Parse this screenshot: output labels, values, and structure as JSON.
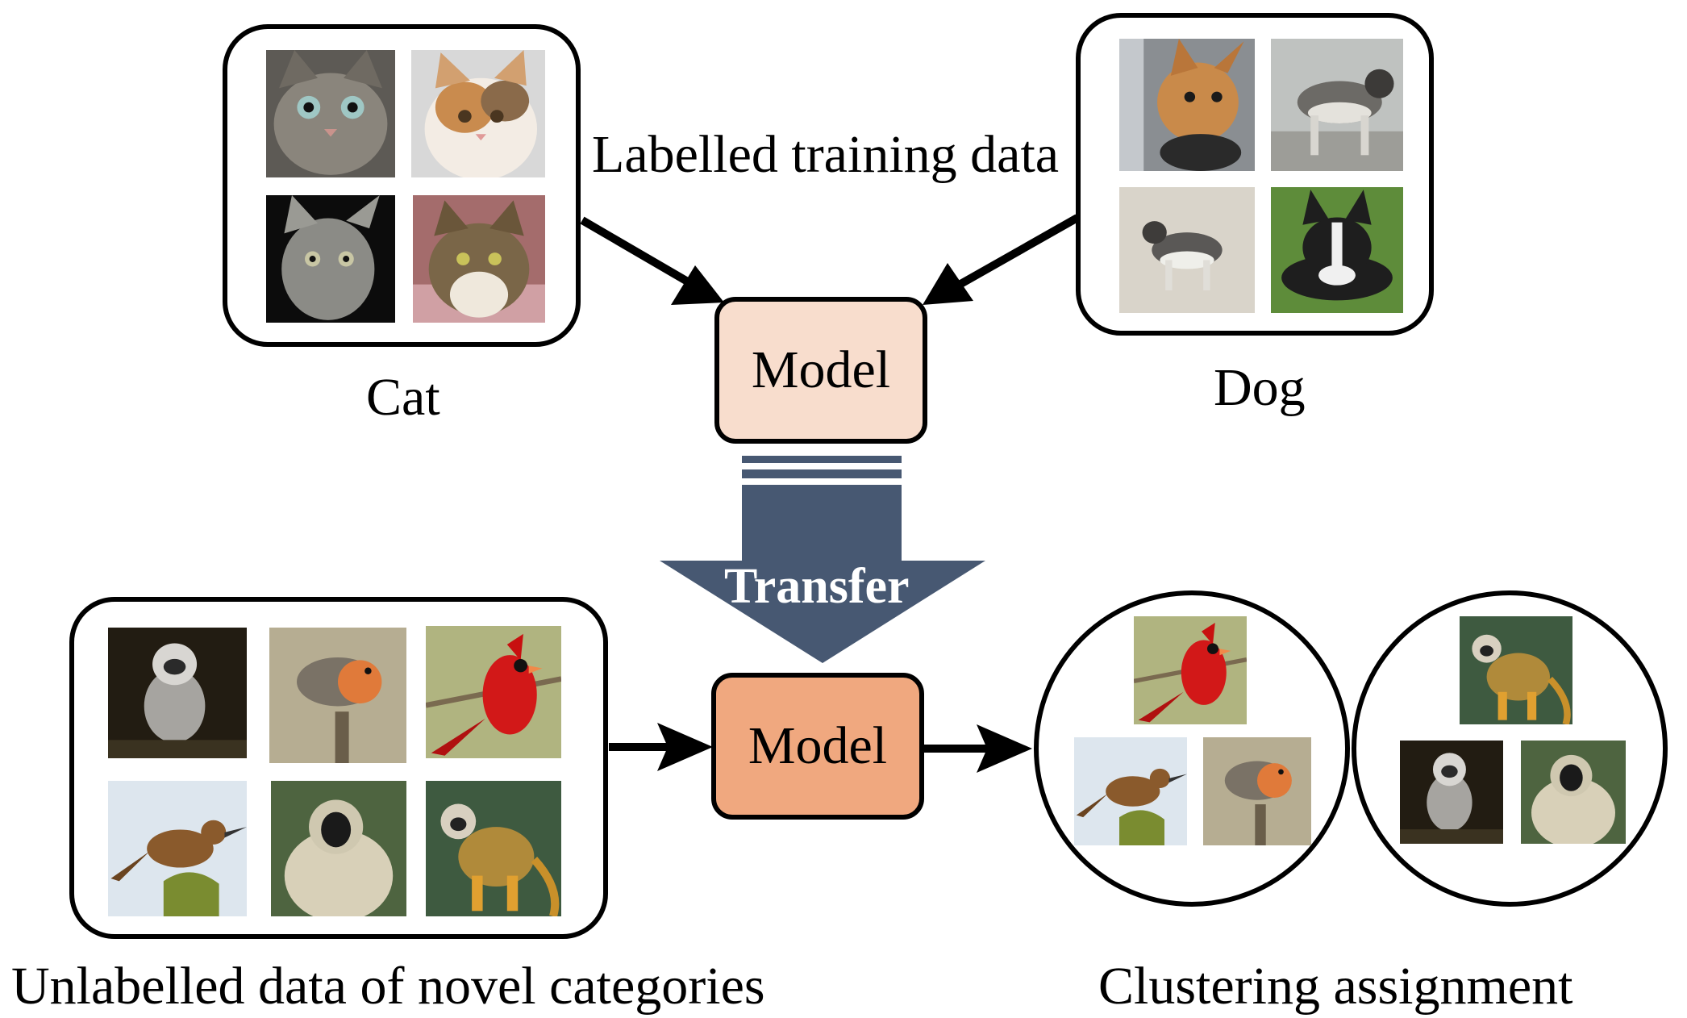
{
  "labels": {
    "training": "Labelled training data",
    "cat": "Cat",
    "dog": "Dog",
    "unlabelled": "Unlabelled data of novel categories",
    "clustering": "Clustering assignment",
    "transfer": "Transfer"
  },
  "models": {
    "top": "Model",
    "bottom": "Model"
  },
  "images": {
    "cat": [
      "tabby-cat-face",
      "orange-white-cat",
      "grey-tabby-cat",
      "tabby-cat-on-cushion"
    ],
    "dog": [
      "pomeranian-mix",
      "husky-standing",
      "husky-on-snow",
      "boston-terrier"
    ],
    "unlabelled": [
      "squirrel-monkey",
      "robin",
      "cardinal",
      "wren",
      "langur",
      "squirrel-monkey-cage"
    ],
    "cluster_birds": [
      "cardinal",
      "wren",
      "robin"
    ],
    "cluster_monkeys": [
      "squirrel-monkey-cage",
      "squirrel-monkey",
      "langur"
    ]
  },
  "colors": {
    "model_light": "#f8ddcd",
    "model_dark": "#f0a87f",
    "transfer_arrow": "#475872"
  }
}
